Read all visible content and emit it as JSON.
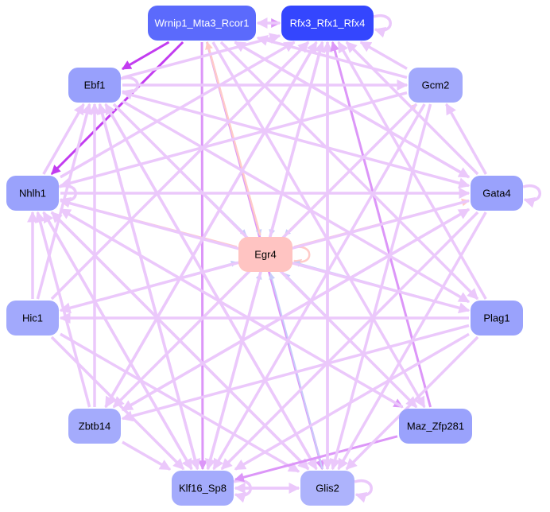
{
  "colors": {
    "light": "#ebc8fb",
    "medium": "#dc96f8",
    "strong": "#c23cf0",
    "blue": "#c8cdfa",
    "pink": "#ffcbc8"
  },
  "nodes": [
    {
      "id": "Wrnip1_Mta3_Rcor1",
      "label": "Wrnip1_Mta3_Rcor1",
      "fill": "#5b6afc",
      "text": "#ffffff"
    },
    {
      "id": "Rfx3_Rfx1_Rfx4",
      "label": "Rfx3_Rfx1_Rfx4",
      "fill": "#3446fe",
      "text": "#ffffff"
    },
    {
      "id": "Ebf1",
      "label": "Ebf1",
      "fill": "#98a0fc",
      "text": "#000000"
    },
    {
      "id": "Gcm2",
      "label": "Gcm2",
      "fill": "#a2a9fc",
      "text": "#000000"
    },
    {
      "id": "Nhlh1",
      "label": "Nhlh1",
      "fill": "#9aa2fc",
      "text": "#000000"
    },
    {
      "id": "Gata4",
      "label": "Gata4",
      "fill": "#9aa2fc",
      "text": "#000000"
    },
    {
      "id": "Egr4",
      "label": "Egr4",
      "fill": "#ffc4c2",
      "text": "#000000"
    },
    {
      "id": "Hic1",
      "label": "Hic1",
      "fill": "#a2a9fc",
      "text": "#000000"
    },
    {
      "id": "Plag1",
      "label": "Plag1",
      "fill": "#9aa2fc",
      "text": "#000000"
    },
    {
      "id": "Zbtb14",
      "label": "Zbtb14",
      "fill": "#a4abfc",
      "text": "#000000"
    },
    {
      "id": "Maz_Zfp281",
      "label": "Maz_Zfp281",
      "fill": "#9aa2fc",
      "text": "#000000"
    },
    {
      "id": "Klf16_Sp8",
      "label": "Klf16_Sp8",
      "fill": "#a4abfc",
      "text": "#000000"
    },
    {
      "id": "Glis2",
      "label": "Glis2",
      "fill": "#adb3fc",
      "text": "#000000"
    }
  ],
  "edges": [
    [
      "Wrnip1_Mta3_Rcor1",
      "Rfx3_Rfx1_Rfx4",
      "medium"
    ],
    [
      "Rfx3_Rfx1_Rfx4",
      "Wrnip1_Mta3_Rcor1",
      "light"
    ],
    [
      "Rfx3_Rfx1_Rfx4",
      "Rfx3_Rfx1_Rfx4",
      "light"
    ],
    [
      "Wrnip1_Mta3_Rcor1",
      "Ebf1",
      "strong"
    ],
    [
      "Wrnip1_Mta3_Rcor1",
      "Nhlh1",
      "strong"
    ],
    [
      "Wrnip1_Mta3_Rcor1",
      "Klf16_Sp8",
      "medium"
    ],
    [
      "Wrnip1_Mta3_Rcor1",
      "Glis2",
      "medium"
    ],
    [
      "Wrnip1_Mta3_Rcor1",
      "Egr4",
      "blue"
    ],
    [
      "Egr4",
      "Wrnip1_Mta3_Rcor1",
      "pink"
    ],
    [
      "Egr4",
      "Rfx3_Rfx1_Rfx4",
      "pink"
    ],
    [
      "Rfx3_Rfx1_Rfx4",
      "Egr4",
      "blue"
    ],
    [
      "Egr4",
      "Egr4",
      "pink"
    ],
    [
      "Egr4",
      "Nhlh1",
      "pink"
    ],
    [
      "Egr4",
      "Gata4",
      "pink"
    ],
    [
      "Egr4",
      "Zbtb14",
      "pink"
    ],
    [
      "Ebf1",
      "Egr4",
      "blue"
    ],
    [
      "Gcm2",
      "Egr4",
      "blue"
    ],
    [
      "Egr4",
      "Gcm2",
      "pink"
    ],
    [
      "Hic1",
      "Egr4",
      "blue"
    ],
    [
      "Plag1",
      "Egr4",
      "blue"
    ],
    [
      "Maz_Zfp281",
      "Egr4",
      "blue"
    ],
    [
      "Klf16_Sp8",
      "Egr4",
      "blue"
    ],
    [
      "Glis2",
      "Egr4",
      "blue"
    ],
    [
      "Ebf1",
      "Ebf1",
      "light"
    ],
    [
      "Nhlh1",
      "Nhlh1",
      "light"
    ],
    [
      "Gata4",
      "Gata4",
      "light"
    ],
    [
      "Klf16_Sp8",
      "Klf16_Sp8",
      "light"
    ],
    [
      "Glis2",
      "Glis2",
      "light"
    ],
    [
      "Ebf1",
      "Rfx3_Rfx1_Rfx4",
      "light"
    ],
    [
      "Nhlh1",
      "Rfx3_Rfx1_Rfx4",
      "light"
    ],
    [
      "Hic1",
      "Rfx3_Rfx1_Rfx4",
      "light"
    ],
    [
      "Zbtb14",
      "Rfx3_Rfx1_Rfx4",
      "light"
    ],
    [
      "Klf16_Sp8",
      "Rfx3_Rfx1_Rfx4",
      "light"
    ],
    [
      "Glis2",
      "Rfx3_Rfx1_Rfx4",
      "light"
    ],
    [
      "Maz_Zfp281",
      "Rfx3_Rfx1_Rfx4",
      "medium"
    ],
    [
      "Plag1",
      "Rfx3_Rfx1_Rfx4",
      "light"
    ],
    [
      "Gata4",
      "Rfx3_Rfx1_Rfx4",
      "light"
    ],
    [
      "Gcm2",
      "Rfx3_Rfx1_Rfx4",
      "light"
    ],
    [
      "Gcm2",
      "Wrnip1_Mta3_Rcor1",
      "light"
    ],
    [
      "Gata4",
      "Wrnip1_Mta3_Rcor1",
      "light"
    ],
    [
      "Ebf1",
      "Gcm2",
      "light"
    ],
    [
      "Ebf1",
      "Gata4",
      "light"
    ],
    [
      "Ebf1",
      "Klf16_Sp8",
      "light"
    ],
    [
      "Ebf1",
      "Glis2",
      "light"
    ],
    [
      "Nhlh1",
      "Plag1",
      "light"
    ],
    [
      "Nhlh1",
      "Glis2",
      "light"
    ],
    [
      "Nhlh1",
      "Klf16_Sp8",
      "light"
    ],
    [
      "Nhlh1",
      "Maz_Zfp281",
      "medium"
    ],
    [
      "Nhlh1",
      "Ebf1",
      "light"
    ],
    [
      "Hic1",
      "Nhlh1",
      "light"
    ],
    [
      "Hic1",
      "Klf16_Sp8",
      "light"
    ],
    [
      "Hic1",
      "Glis2",
      "light"
    ],
    [
      "Hic1",
      "Ebf1",
      "light"
    ],
    [
      "Zbtb14",
      "Ebf1",
      "light"
    ],
    [
      "Zbtb14",
      "Klf16_Sp8",
      "light"
    ],
    [
      "Zbtb14",
      "Nhlh1",
      "light"
    ],
    [
      "Zbtb14",
      "Gata4",
      "light"
    ],
    [
      "Klf16_Sp8",
      "Glis2",
      "light"
    ],
    [
      "Glis2",
      "Klf16_Sp8",
      "light"
    ],
    [
      "Klf16_Sp8",
      "Ebf1",
      "light"
    ],
    [
      "Klf16_Sp8",
      "Nhlh1",
      "light"
    ],
    [
      "Glis2",
      "Nhlh1",
      "light"
    ],
    [
      "Glis2",
      "Ebf1",
      "light"
    ],
    [
      "Maz_Zfp281",
      "Klf16_Sp8",
      "medium"
    ],
    [
      "Maz_Zfp281",
      "Nhlh1",
      "light"
    ],
    [
      "Plag1",
      "Klf16_Sp8",
      "light"
    ],
    [
      "Plag1",
      "Glis2",
      "light"
    ],
    [
      "Plag1",
      "Hic1",
      "light"
    ],
    [
      "Plag1",
      "Zbtb14",
      "light"
    ],
    [
      "Gata4",
      "Gcm2",
      "light"
    ],
    [
      "Gata4",
      "Glis2",
      "light"
    ],
    [
      "Gata4",
      "Klf16_Sp8",
      "light"
    ],
    [
      "Gata4",
      "Hic1",
      "light"
    ],
    [
      "Gata4",
      "Zbtb14",
      "light"
    ],
    [
      "Gcm2",
      "Klf16_Sp8",
      "light"
    ],
    [
      "Gcm2",
      "Glis2",
      "light"
    ],
    [
      "Gcm2",
      "Nhlh1",
      "light"
    ],
    [
      "Gcm2",
      "Zbtb14",
      "light"
    ],
    [
      "Rfx3_Rfx1_Rfx4",
      "Glis2",
      "light"
    ],
    [
      "Rfx3_Rfx1_Rfx4",
      "Klf16_Sp8",
      "light"
    ],
    [
      "Rfx3_Rfx1_Rfx4",
      "Zbtb14",
      "light"
    ],
    [
      "Wrnip1_Mta3_Rcor1",
      "Plag1",
      "light"
    ],
    [
      "Wrnip1_Mta3_Rcor1",
      "Gata4",
      "light"
    ],
    [
      "Wrnip1_Mta3_Rcor1",
      "Maz_Zfp281",
      "light"
    ],
    [
      "Ebf1",
      "Maz_Zfp281",
      "light"
    ],
    [
      "Ebf1",
      "Plag1",
      "light"
    ],
    [
      "Nhlh1",
      "Gata4",
      "light"
    ]
  ]
}
